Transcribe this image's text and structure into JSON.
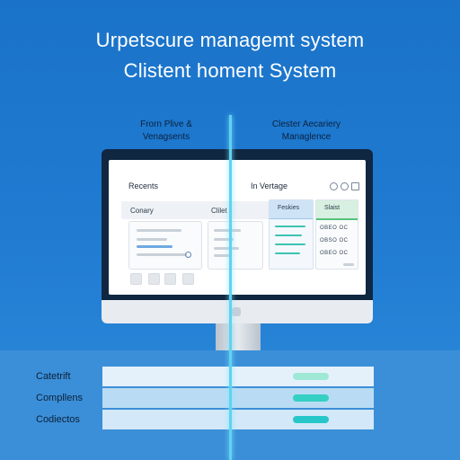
{
  "header": {
    "title_line1": "Urpetscure managemt system",
    "title_line2": "Clistent homent System"
  },
  "columns": {
    "left_heading": [
      "Frorn Plive &",
      "Venagsents"
    ],
    "right_heading": [
      "Clester Aecariery",
      "Managlence"
    ]
  },
  "screen": {
    "left_title": "Recents",
    "right_title": "In Vertage",
    "tabs": [
      "Conary",
      "Clilet"
    ],
    "panel_headers": [
      "Feskies",
      "Slaist"
    ],
    "panel_rows": [
      "OBEO OC",
      "OBSO OC",
      "OBEO OC"
    ]
  },
  "table": {
    "rows": [
      {
        "label": "Catetrift",
        "color": "#9fe8d6"
      },
      {
        "label": "Compllens",
        "color": "#35d0c4"
      },
      {
        "label": "Codiectos",
        "color": "#27c7c9"
      }
    ]
  }
}
